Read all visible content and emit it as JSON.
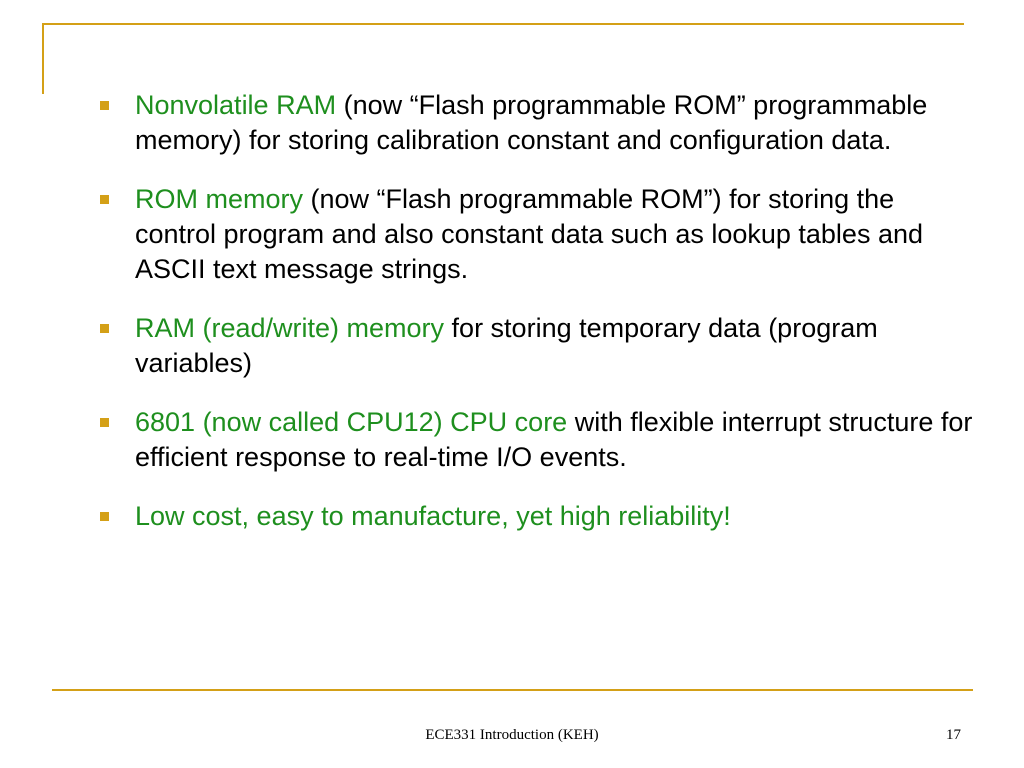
{
  "colors": {
    "accent": "#d4a017",
    "highlight_text": "#1e8f1e",
    "body_text": "#000000",
    "background": "#ffffff"
  },
  "bullet_icon": "square-bullet-icon",
  "bullets": [
    {
      "highlight": "Nonvolatile RAM",
      "text": " (now “Flash programmable ROM” programmable memory) for storing calibration constant and configuration data."
    },
    {
      "highlight": "ROM memory",
      "text": " (now “Flash programmable ROM”) for storing the control program and also constant data such as lookup tables and ASCII text message strings."
    },
    {
      "highlight": "RAM (read/write) memory",
      "text": " for storing temporary data (program variables)"
    },
    {
      "highlight": "6801 (now called CPU12) CPU core",
      "text": " with flexible interrupt structure for efficient response to real-time I/O events."
    },
    {
      "highlight": "Low cost, easy to manufacture, yet high reliability!",
      "text": ""
    }
  ],
  "footer": {
    "title": "ECE331 Introduction (KEH)",
    "page_number": "17"
  }
}
